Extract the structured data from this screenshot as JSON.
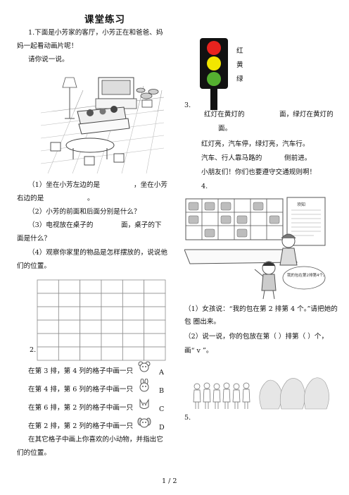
{
  "title": "课堂练习",
  "q1": {
    "intro_line1": "1.下面是小芳家的客厅，小芳正在和爸爸、妈",
    "intro_line2": "妈一起看动画片呢！",
    "prompt": "请你说一说。",
    "sub1_a": "（1）坐在小芳左边的是",
    "sub1_b": "，坐在小芳",
    "sub1_c": "右边的是",
    "sub1_d": "。",
    "sub2": "（2）小芳的前面和后面分别是什么？",
    "sub3_a": "（3）电视放在桌子的",
    "sub3_b": "面，桌子的下",
    "sub3_c": "面是什么？",
    "sub4_a": "（4）观察你家里的物品是怎样摆放的，说说他",
    "sub4_b": "们的位置。"
  },
  "q2": {
    "number": "2.",
    "grid": {
      "rows": 6,
      "cols": 6
    },
    "lines": [
      {
        "text": "在第 3 排，第 4 列的格子中画一只",
        "letter": "A"
      },
      {
        "text": "在第 4 排，第 6 列的格子中画一只",
        "letter": "B"
      },
      {
        "text": "在第 6 排，第 2 列的格子中画一只",
        "letter": "C"
      },
      {
        "text": "在第 2 排，第 2 列的格子中画一只",
        "letter": "D"
      }
    ],
    "closing_a": "在其它格子中画上你喜欢的小动物，并指出它",
    "closing_b": "们的位置。"
  },
  "q3": {
    "number": "3.",
    "light_labels": [
      "红",
      "黄",
      "绿"
    ],
    "light_colors": [
      "#e8231e",
      "#f2e600",
      "#55b030"
    ],
    "line1_a": "红灯在黄灯的",
    "line1_b": "面，绿灯在黄灯的",
    "line1_c": "面。",
    "line2": "红灯亮，汽车停，绿灯亮，汽车行。",
    "line3_a": "汽车、行人靠马路的",
    "line3_b": "侧前进。",
    "line4": "小朋友们！你们也要遵守交通规则啊！"
  },
  "q4": {
    "number": "4.",
    "notice_title": "须知",
    "bubble_text": "我的包在第2排第4个。",
    "sub1_a": "（1）女孩说：“我的包在第 2 排第 4 个。”请把她的",
    "sub1_b": "包  圈出来。",
    "sub2_a": "（2）说一说，你的包放在第（    ）排第（    ）个，",
    "sub2_b": "画“ v ”。"
  },
  "q5": {
    "number": "5."
  },
  "footer": {
    "page": "1 / 2"
  }
}
